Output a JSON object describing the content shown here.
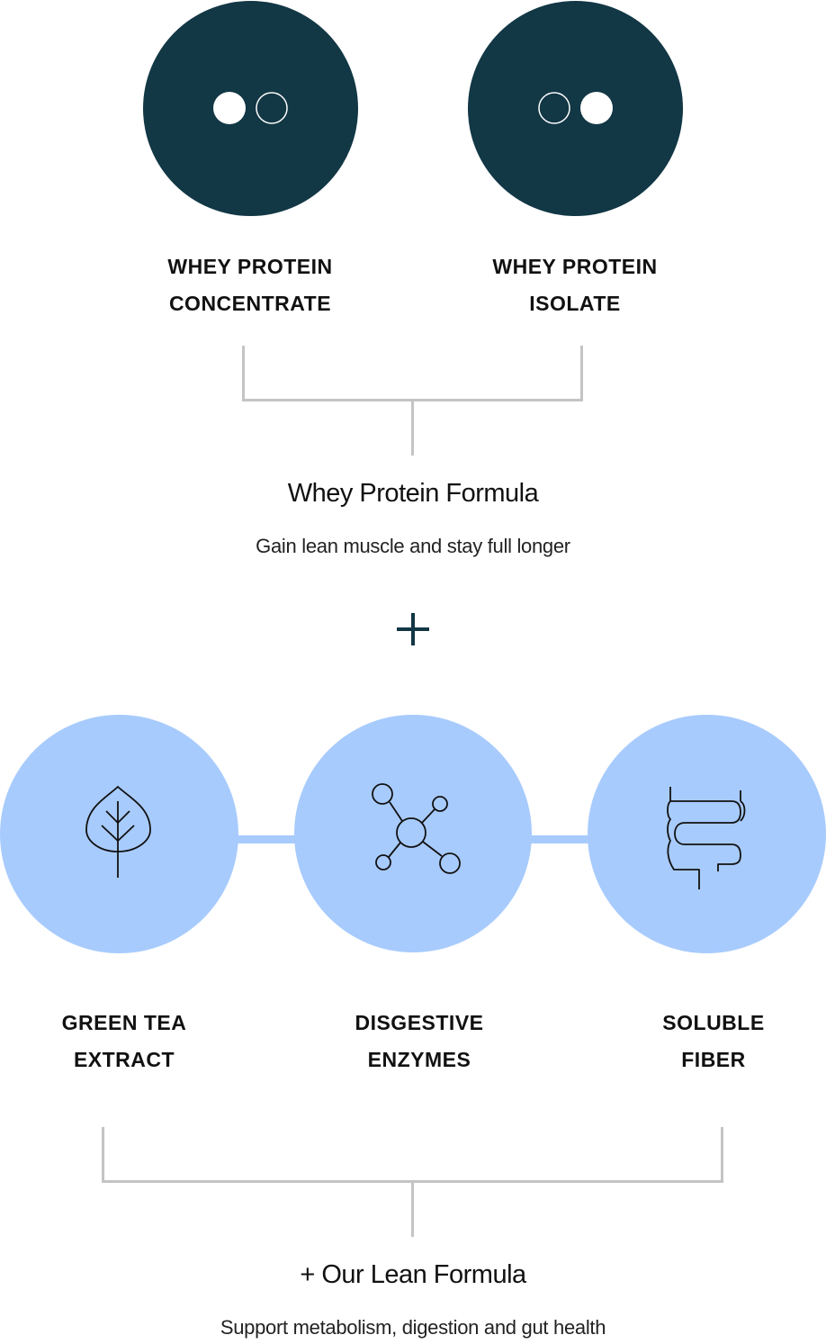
{
  "top_row": {
    "items": [
      {
        "line1": "WHEY PROTEIN",
        "line2": "CONCENTRATE",
        "icon": "dots-left-filled-icon"
      },
      {
        "line1": "WHEY PROTEIN",
        "line2": "ISOLATE",
        "icon": "dots-right-filled-icon"
      }
    ]
  },
  "protein_formula": {
    "title": "Whey Protein Formula",
    "subtitle": "Gain lean muscle and stay full longer"
  },
  "plus_symbol": "+",
  "bottom_row": {
    "items": [
      {
        "line1": "GREEN TEA",
        "line2": "EXTRACT",
        "icon": "leaf-icon"
      },
      {
        "line1": "DISGESTIVE",
        "line2": "ENZYMES",
        "icon": "molecule-icon"
      },
      {
        "line1": "SOLUBLE",
        "line2": "FIBER",
        "icon": "intestine-icon"
      }
    ]
  },
  "lean_formula": {
    "title": "+ Our Lean Formula",
    "subtitle": "Support metabolism, digestion and gut health"
  },
  "colors": {
    "dark_circle": "#123745",
    "light_circle": "#a8cbfd",
    "bracket": "#c4c4c4",
    "text": "#111111"
  }
}
